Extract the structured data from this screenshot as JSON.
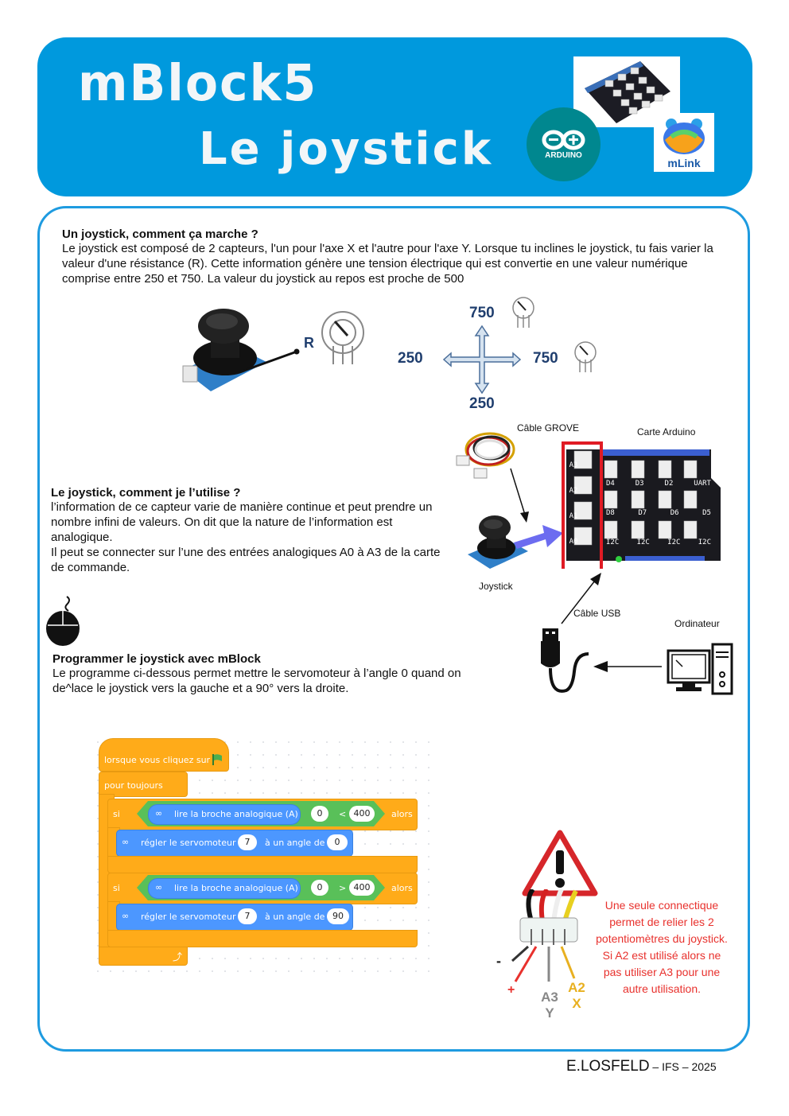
{
  "header": {
    "title": "mBlock5",
    "subtitle": "Le joystick",
    "arduino_logo_text": "ARDUINO",
    "mlink_text": "mLink",
    "colors": {
      "header_bg": "#0099dd",
      "panel_border": "#1e9be0",
      "arduino": "#00878f"
    }
  },
  "section1": {
    "heading": "Un joystick, comment ça marche ?",
    "body": "Le joystick est composé de 2 capteurs, l'un pour l'axe X et l'autre pour l'axe Y. Lorsque tu inclines le joystick, tu fais varier la valeur d'une résistance (R). Cette information génère une tension électrique qui est convertie en une valeur numérique comprise entre 250 et 750. La valeur du joystick au repos est proche de 500"
  },
  "diagram": {
    "r_label": "R",
    "top": "750",
    "left": "250",
    "right": "750",
    "bottom": "250"
  },
  "section2": {
    "heading": "Le joystick, comment je l’utilise ?",
    "body": "l’information de ce capteur varie de manière continue et peut prendre un nombre infini de valeurs. On dit que la nature de l’information est analogique.\nIl peut se connecter sur l’une des entrées analogiques A0 à A3 de la carte de commande."
  },
  "wiring": {
    "cable_grove": "Câble GROVE",
    "carte": "Carte Arduino",
    "joystick": "Joystick",
    "cable_usb": "Câble USB",
    "ordinateur": "Ordinateur",
    "ports_analog": [
      "A3",
      "A2",
      "A1",
      "A0"
    ],
    "ports_row1": [
      "D4",
      "D3",
      "D2",
      "UART"
    ],
    "ports_row2": [
      "D8",
      "D7",
      "D6",
      "D5"
    ],
    "ports_row3": [
      "I2C",
      "I2C",
      "I2C",
      "I2C"
    ]
  },
  "section3": {
    "heading": "Programmer le joystick avec mBlock",
    "body": "Le programme ci-dessous permet mettre le servomoteur à l’angle 0 quand on de^lace le joystick vers la gauche et a 90° vers la droite."
  },
  "program": {
    "hat": "lorsque vous cliquez sur",
    "forever": "pour toujours",
    "if1": {
      "si": "si",
      "read": "lire la broche analogique  (A)",
      "pin": "0",
      "op": "<",
      "val": "400",
      "alors": "alors"
    },
    "set1": {
      "text": "régler le servomoteur",
      "servo": "7",
      "angle_text": "à un angle de",
      "angle": "0"
    },
    "if2": {
      "si": "si",
      "read": "lire la broche analogique  (A)",
      "pin": "0",
      "op": ">",
      "val": "400",
      "alors": "alors"
    },
    "set2": {
      "text": "régler le servomoteur",
      "servo": "7",
      "angle_text": "à un angle de",
      "angle": "90"
    },
    "colors": {
      "control": "#ffab19",
      "extension": "#4c97ff",
      "operator": "#59c059"
    }
  },
  "warning": {
    "text": "Une seule connectique permet de relier les 2 potentiomètres du joystick.\nSi A2 est utilisé alors ne pas utiliser A3 pour une autre utilisation.",
    "minus": "-",
    "plus": "+",
    "a3": "A3",
    "y": "Y",
    "a2": "A2",
    "x": "X"
  },
  "footer": {
    "author": "E.LOSFELD",
    "rest": " – IFS – 2025"
  }
}
